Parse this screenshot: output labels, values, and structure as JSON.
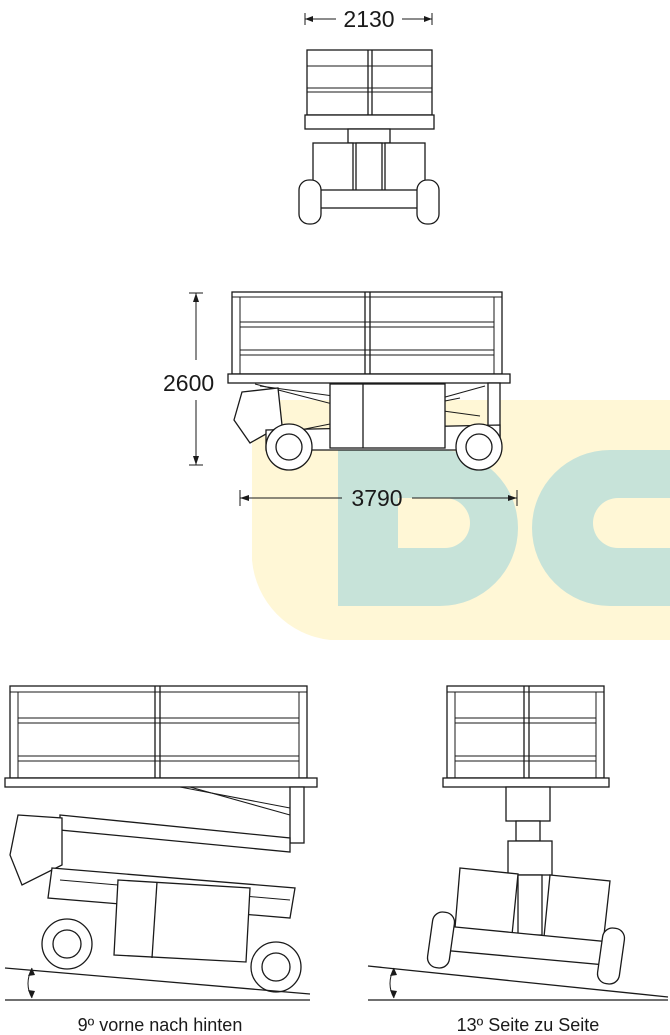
{
  "dimensions": {
    "width_label": "2130",
    "height_label": "2600",
    "length_label": "3790"
  },
  "slopes": {
    "front_to_back": "9º vorne nach hinten",
    "side_to_side": "13º Seite zu Seite"
  },
  "colors": {
    "watermark_yellow": "#fff7d6",
    "watermark_teal": "#c7e3d9",
    "line": "#1a1a1a"
  }
}
